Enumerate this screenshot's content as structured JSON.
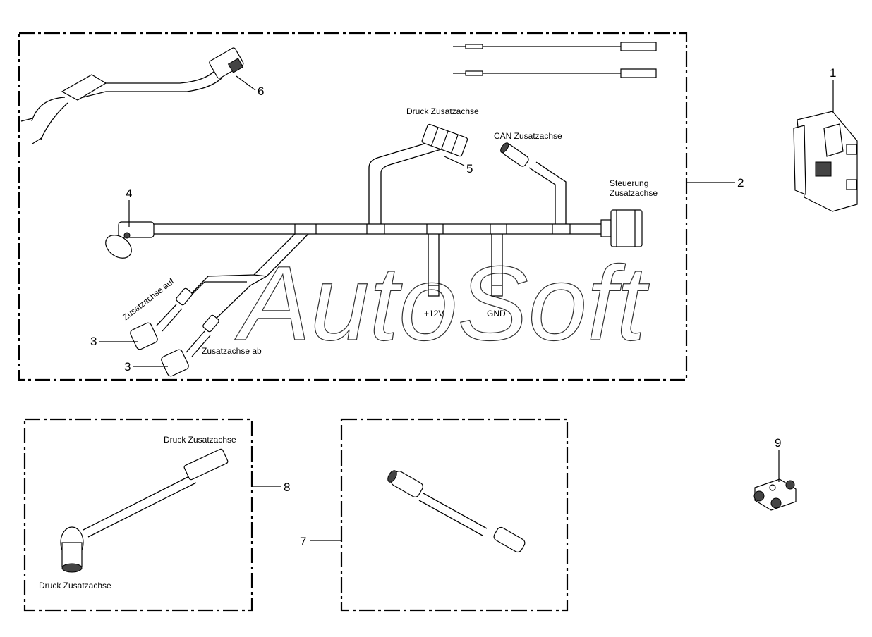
{
  "watermark": "AutoSoft",
  "labels": {
    "druck_main": "Druck Zusatzachse",
    "can": "CAN Zusatzachse",
    "steuerung_1": "Steuerung",
    "steuerung_2": "Zusatzachse",
    "plus12v": "+12V",
    "gnd": "GND",
    "auf": "Zusatzachse auf",
    "ab": "Zusatzachse ab",
    "druck_8_top": "Druck Zusatzachse",
    "druck_8_bottom": "Druck Zusatzachse"
  },
  "callouts": {
    "p1": "1",
    "p2": "2",
    "p3a": "3",
    "p3b": "3",
    "p4": "4",
    "p5": "5",
    "p6": "6",
    "p7": "7",
    "p8": "8",
    "p9": "9"
  }
}
